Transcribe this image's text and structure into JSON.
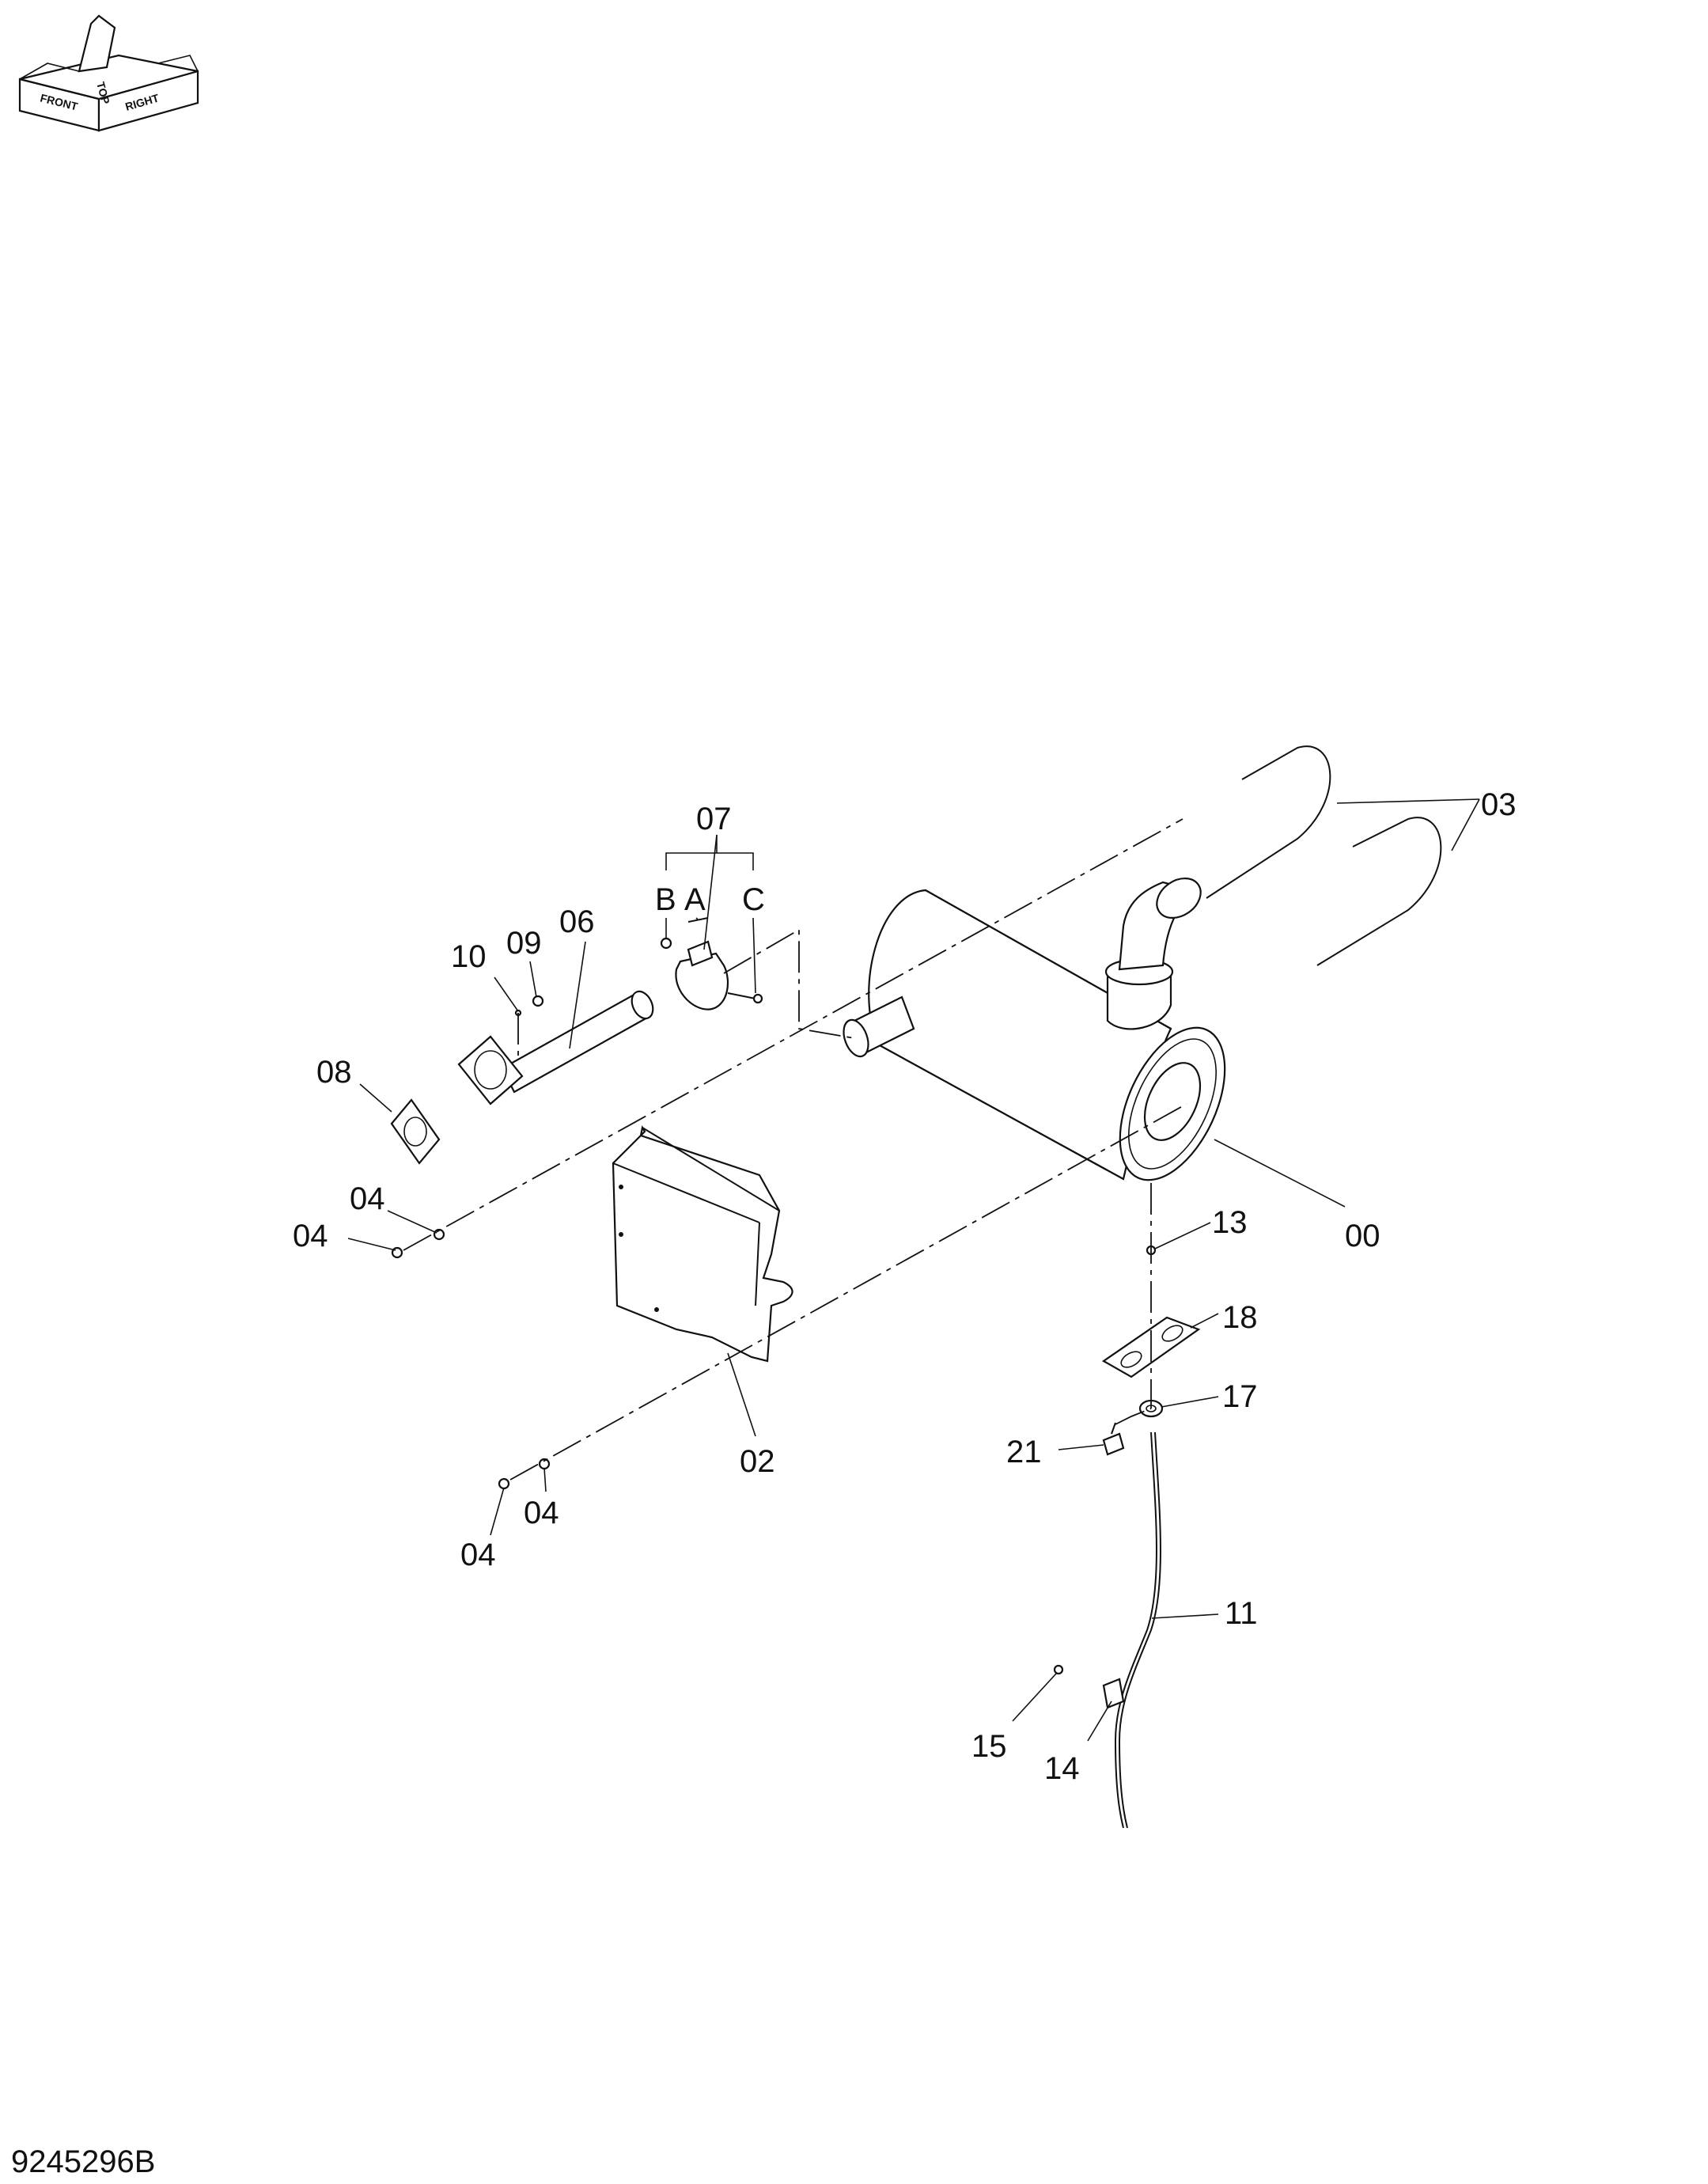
{
  "orientation": {
    "labels": [
      "FRONT",
      "TOP",
      "RIGHT"
    ]
  },
  "callouts": [
    {
      "id": "00",
      "text": "00"
    },
    {
      "id": "02",
      "text": "02"
    },
    {
      "id": "03",
      "text": "03"
    },
    {
      "id": "04a",
      "text": "04"
    },
    {
      "id": "04b",
      "text": "04"
    },
    {
      "id": "04c",
      "text": "04"
    },
    {
      "id": "04d",
      "text": "04"
    },
    {
      "id": "06",
      "text": "06"
    },
    {
      "id": "07",
      "text": "07"
    },
    {
      "id": "07A",
      "text": "A"
    },
    {
      "id": "07B",
      "text": "B"
    },
    {
      "id": "07C",
      "text": "C"
    },
    {
      "id": "08",
      "text": "08"
    },
    {
      "id": "09",
      "text": "09"
    },
    {
      "id": "10",
      "text": "10"
    },
    {
      "id": "11",
      "text": "11"
    },
    {
      "id": "13",
      "text": "13"
    },
    {
      "id": "14",
      "text": "14"
    },
    {
      "id": "15",
      "text": "15"
    },
    {
      "id": "17",
      "text": "17"
    },
    {
      "id": "18",
      "text": "18"
    },
    {
      "id": "21",
      "text": "21"
    }
  ],
  "document_id": "9245296B"
}
